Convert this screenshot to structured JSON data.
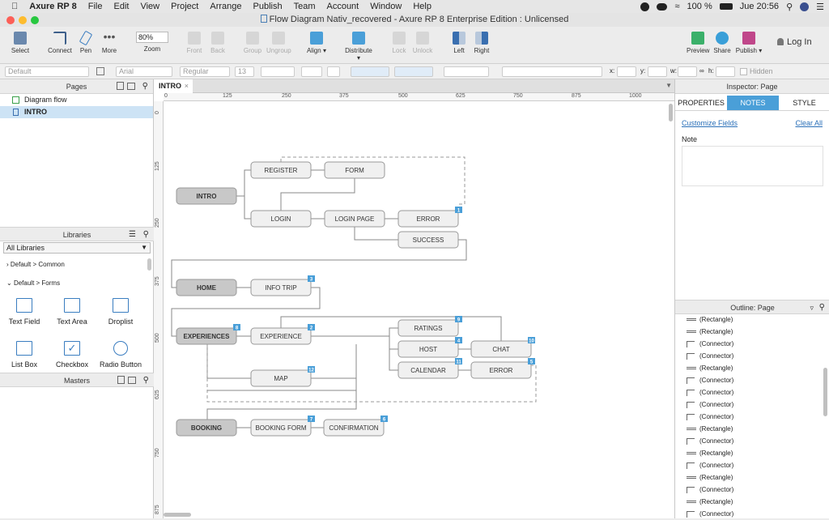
{
  "menubar": {
    "app": "Axure RP 8",
    "items": [
      "File",
      "Edit",
      "View",
      "Project",
      "Arrange",
      "Publish",
      "Team",
      "Account",
      "Window",
      "Help"
    ],
    "battery": "100 %",
    "clock": "Jue 20:56"
  },
  "window": {
    "title": "Flow Diagram Nativ_recovered - Axure RP 8 Enterprise Edition : Unlicensed"
  },
  "toolbar": {
    "select": "Select",
    "connect": "Connect",
    "pen": "Pen",
    "more": "More",
    "zoom_value": "80%",
    "zoom": "Zoom",
    "front": "Front",
    "back": "Back",
    "group": "Group",
    "ungroup": "Ungroup",
    "align": "Align",
    "distribute": "Distribute",
    "lock": "Lock",
    "unlock": "Unlock",
    "left": "Left",
    "right": "Right",
    "preview": "Preview",
    "share": "Share",
    "publish": "Publish",
    "login": "Log In"
  },
  "formatbar": {
    "style": "Default",
    "font": "Arial",
    "weight": "Regular",
    "size": "13",
    "x": "x:",
    "y": "y:",
    "w": "w:",
    "h": "h:",
    "hidden": "Hidden"
  },
  "pages": {
    "title": "Pages",
    "items": [
      "Diagram flow",
      "INTRO"
    ]
  },
  "libraries": {
    "title": "Libraries",
    "selected": "All Libraries",
    "groups": [
      "Default > Common",
      "Default > Forms"
    ],
    "items": [
      "Text Field",
      "Text Area",
      "Droplist",
      "List Box",
      "Checkbox",
      "Radio Button"
    ]
  },
  "masters": {
    "title": "Masters"
  },
  "tab": {
    "name": "INTRO"
  },
  "ruler": {
    "top": [
      "0",
      "125",
      "250",
      "375",
      "500",
      "625",
      "750",
      "875",
      "1000"
    ],
    "left": [
      "0",
      "125",
      "250",
      "375",
      "500",
      "625",
      "750",
      "875"
    ]
  },
  "diagram": {
    "nodes": [
      {
        "id": "intro",
        "label": "INTRO",
        "dark": true
      },
      {
        "id": "register",
        "label": "REGISTER"
      },
      {
        "id": "form",
        "label": "FORM"
      },
      {
        "id": "login",
        "label": "LOGIN"
      },
      {
        "id": "loginpage",
        "label": "LOGIN PAGE"
      },
      {
        "id": "error1",
        "label": "ERROR",
        "badge": "1"
      },
      {
        "id": "success",
        "label": "SUCCESS"
      },
      {
        "id": "home",
        "label": "HOME",
        "dark": true
      },
      {
        "id": "infotrip",
        "label": "INFO TRIP",
        "badge": "3"
      },
      {
        "id": "experiences",
        "label": "EXPERIENCES",
        "dark": true,
        "badge": "8"
      },
      {
        "id": "experience",
        "label": "EXPERIENCE",
        "badge": "2"
      },
      {
        "id": "ratings",
        "label": "RATINGS",
        "badge": "9"
      },
      {
        "id": "host",
        "label": "HOST",
        "badge": "4"
      },
      {
        "id": "chat",
        "label": "CHAT",
        "badge": "10"
      },
      {
        "id": "map",
        "label": "MAP",
        "badge": "12"
      },
      {
        "id": "calendar",
        "label": "CALENDAR",
        "badge": "11"
      },
      {
        "id": "error2",
        "label": "ERROR",
        "badge": "5"
      },
      {
        "id": "booking",
        "label": "BOOKING",
        "dark": true
      },
      {
        "id": "bookingform",
        "label": "BOOKING FORM",
        "badge": "7"
      },
      {
        "id": "confirmation",
        "label": "CONFIRMATION",
        "badge": "6"
      }
    ]
  },
  "inspector": {
    "title": "Inspector: Page",
    "tabs": [
      "PROPERTIES",
      "NOTES",
      "STYLE"
    ],
    "customize": "Customize Fields",
    "clear": "Clear All",
    "note_label": "Note"
  },
  "outline": {
    "title": "Outline: Page",
    "rows": [
      "(Rectangle)",
      "(Rectangle)",
      "(Connector)",
      "(Connector)",
      "(Rectangle)",
      "(Connector)",
      "(Connector)",
      "(Connector)",
      "(Connector)",
      "(Rectangle)",
      "(Connector)",
      "(Rectangle)",
      "(Connector)",
      "(Rectangle)",
      "(Connector)",
      "(Rectangle)",
      "(Connector)"
    ]
  },
  "colors": {
    "accent": "#4a9fd8",
    "node_bg": "#f0f0f0",
    "node_dark": "#c8c8c8",
    "badge": "#4a9fd8"
  }
}
